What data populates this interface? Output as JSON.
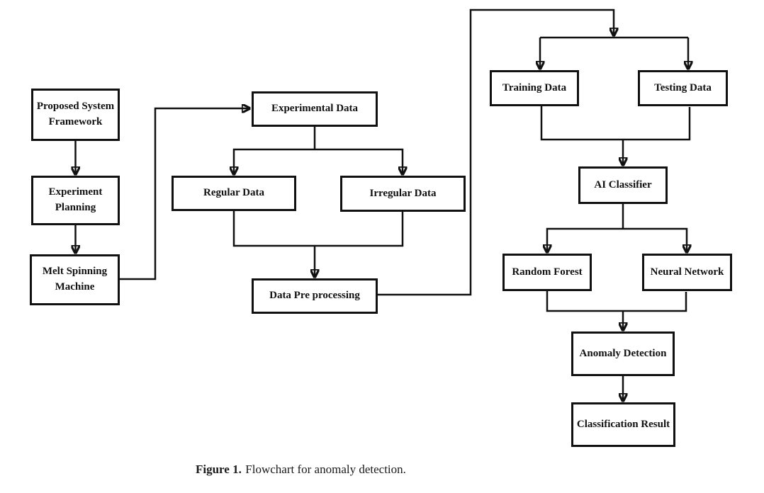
{
  "figure": {
    "caption_label": "Figure 1.",
    "caption_text": "Flowchart for anomaly detection."
  },
  "flowchart": {
    "type": "flowchart",
    "colors": {
      "background": "#ffffff",
      "box_border": "#111111",
      "box_fill": "#ffffff",
      "line": "#111111",
      "text": "#111111"
    },
    "nodes": {
      "proposed_system_framework": {
        "label": "Proposed System Framework"
      },
      "experiment_planning": {
        "label": "Experiment Planning"
      },
      "melt_spinning_machine": {
        "label": "Melt Spinning Machine"
      },
      "experimental_data": {
        "label": "Experimental Data"
      },
      "regular_data": {
        "label": "Regular Data"
      },
      "irregular_data": {
        "label": "Irregular Data"
      },
      "data_pre_processing": {
        "label": "Data Pre processing"
      },
      "training_data": {
        "label": "Training Data"
      },
      "testing_data": {
        "label": "Testing Data"
      },
      "ai_classifier": {
        "label": "AI Classifier"
      },
      "random_forest": {
        "label": "Random Forest"
      },
      "neural_network": {
        "label": "Neural Network"
      },
      "anomaly_detection": {
        "label": "Anomaly Detection"
      },
      "classification_result": {
        "label": "Classification Result"
      }
    },
    "edges": [
      {
        "from": "proposed_system_framework",
        "to": "experiment_planning"
      },
      {
        "from": "experiment_planning",
        "to": "melt_spinning_machine"
      },
      {
        "from": "melt_spinning_machine",
        "to": "experimental_data"
      },
      {
        "from": "experimental_data",
        "to": "regular_data"
      },
      {
        "from": "experimental_data",
        "to": "irregular_data"
      },
      {
        "from": "regular_data",
        "to": "data_pre_processing"
      },
      {
        "from": "irregular_data",
        "to": "data_pre_processing"
      },
      {
        "from": "data_pre_processing",
        "to": "training_data"
      },
      {
        "from": "data_pre_processing",
        "to": "testing_data"
      },
      {
        "from": "training_data",
        "to": "ai_classifier"
      },
      {
        "from": "testing_data",
        "to": "ai_classifier"
      },
      {
        "from": "ai_classifier",
        "to": "random_forest"
      },
      {
        "from": "ai_classifier",
        "to": "neural_network"
      },
      {
        "from": "random_forest",
        "to": "anomaly_detection"
      },
      {
        "from": "neural_network",
        "to": "anomaly_detection"
      },
      {
        "from": "anomaly_detection",
        "to": "classification_result"
      }
    ]
  }
}
